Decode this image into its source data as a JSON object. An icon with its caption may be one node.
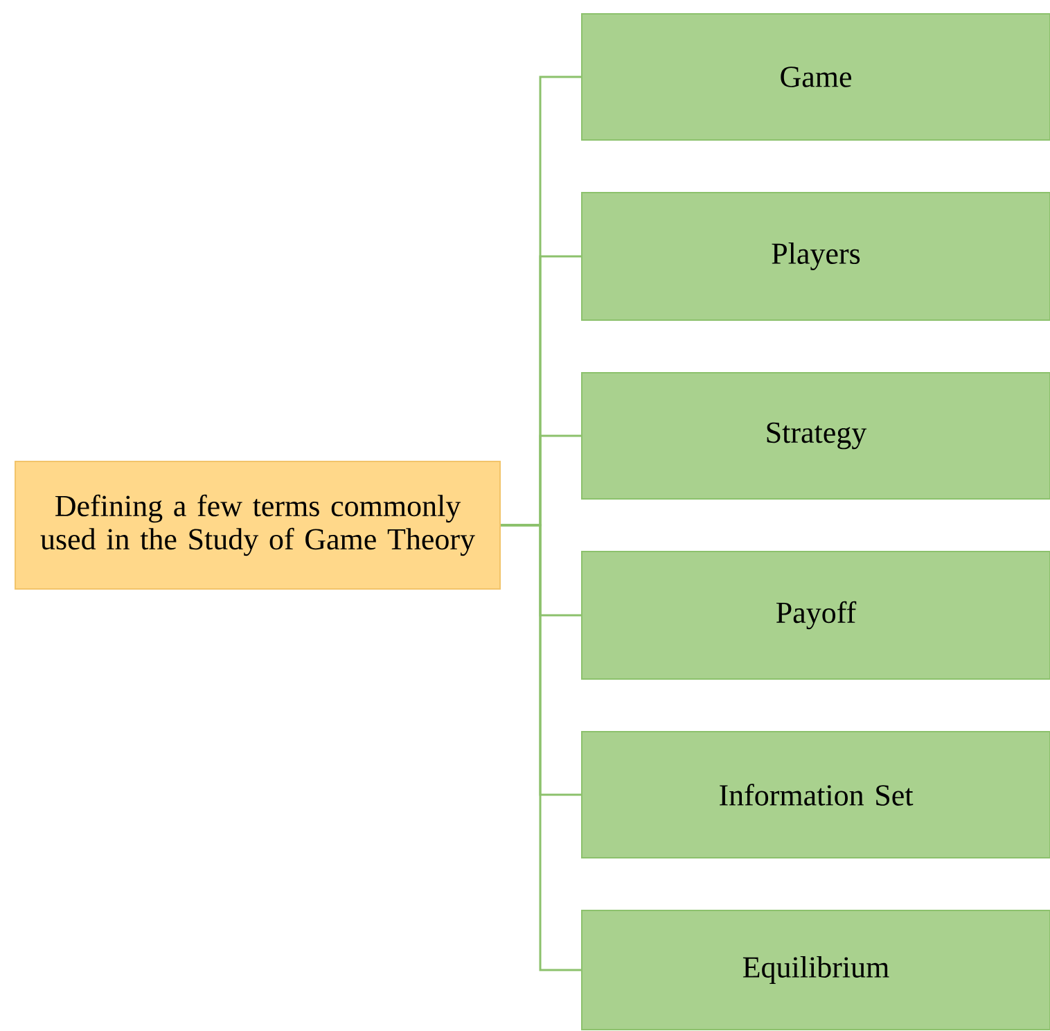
{
  "diagram": {
    "nodes": [
      {
        "text": [
          "Defining a few terms commonly used in the Study of Game Theory"
        ]
      },
      {
        "text": [
          "Game"
        ]
      },
      {
        "text": [
          "Players"
        ]
      },
      {
        "text": [
          "Strategy"
        ]
      },
      {
        "text": [
          "Payoff"
        ]
      },
      {
        "text": [
          "Information Set"
        ]
      },
      {
        "text": [
          "Equilibrium"
        ]
      }
    ],
    "edges": [
      {
        "from": 0,
        "to": 1,
        "arrow": "none"
      },
      {
        "from": 0,
        "to": 2,
        "arrow": "none"
      },
      {
        "from": 0,
        "to": 3,
        "arrow": "none"
      },
      {
        "from": 0,
        "to": 4,
        "arrow": "none"
      },
      {
        "from": 0,
        "to": 5,
        "arrow": "none"
      },
      {
        "from": 0,
        "to": 6,
        "arrow": "none"
      }
    ]
  }
}
